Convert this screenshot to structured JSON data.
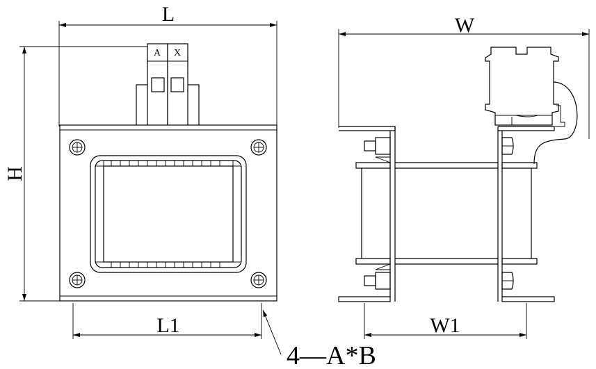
{
  "drawing": {
    "dimension_labels": {
      "length": "L",
      "height": "H",
      "mount_length": "L1",
      "width": "W",
      "mount_width": "W1"
    },
    "terminal_labels": [
      "A",
      "X"
    ],
    "mounting_hole_callout": "4—A*B"
  }
}
